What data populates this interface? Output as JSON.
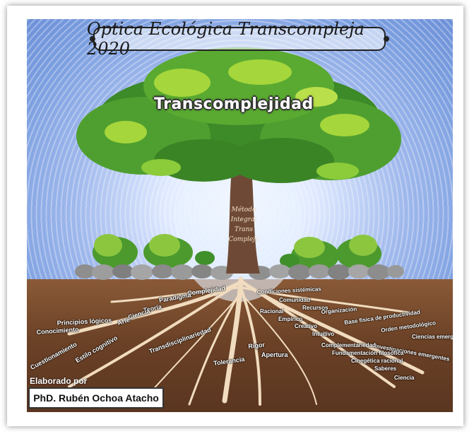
{
  "banner": {
    "title": "Optica Ecológica Transcompleja 2020"
  },
  "tree": {
    "title": "Transcomplejidad",
    "trunk_lines": [
      "Método",
      "Integral",
      "Trans",
      "Complejo"
    ]
  },
  "roots": {
    "left": {
      "complejidad": "Complejidad",
      "paradigma": "Paradigma",
      "teoria": "Teoría",
      "ciencia": "Ciencia",
      "arte": "Arte",
      "principios": "Principios lógicos",
      "conocimiento": "Conocimiento",
      "cuestionamiento": "Cuestionamiento",
      "estilo": "Estilo cognitivo",
      "transdisciplinariedad": "Transdisciplinariedad",
      "tolerancia": "Tolerancia",
      "rigor": "Rigor",
      "apertura": "Apertura"
    },
    "right": {
      "condiciones": "Condiciones sistémicas",
      "comunidad": "Comunidad",
      "recursos": "Recursos",
      "organizacion": "Organización",
      "racional": "Racional",
      "empirico": "Empírico",
      "creativo": "Creativo",
      "intuitivo": "Intuitivo",
      "base": "Base física de productividad",
      "orden": "Orden metodológico",
      "ciencias_emergentes": "Ciencias emergentes",
      "investigaciones": "Investigaciones emergentes",
      "complementariedad": "Complementariedad",
      "fundamentacion": "Fundamentación filosófica",
      "cinegetica": "Cinegética racional",
      "saberes": "Saberes",
      "ciencia": "Ciencia"
    }
  },
  "author": {
    "label": "Elaborado por",
    "name": "PhD. Rubén Ochoa Atacho"
  },
  "colors": {
    "sky": "#7c9fe0",
    "ground": "#6c4227",
    "foliage": "#3f8f2a",
    "roots": "#f1dcbf"
  }
}
